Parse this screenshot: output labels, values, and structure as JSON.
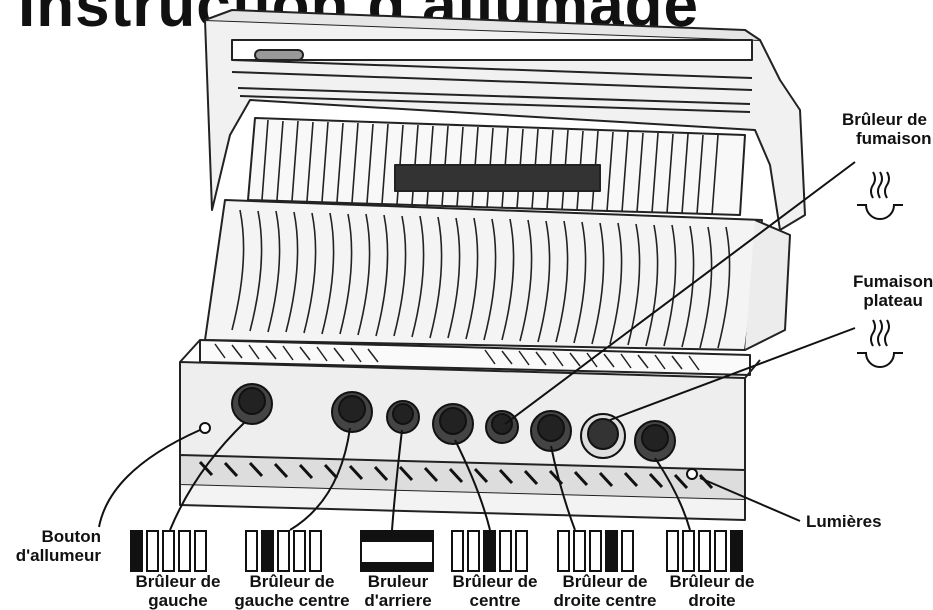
{
  "title": "Instruction d'allumage",
  "callouts": {
    "bruleur_fumaison": [
      "Brûleur de",
      "fumaison"
    ],
    "fumaison_plateau": [
      "Fumaison",
      "plateau"
    ],
    "bouton_allumeur": [
      "Bouton",
      "d'allumeur"
    ],
    "lumieres": "Lumières"
  },
  "burners": [
    {
      "line1": "Brûleur de",
      "line2": "gauche",
      "pattern": [
        1,
        0,
        0,
        0,
        0
      ]
    },
    {
      "line1": "Brûleur de",
      "line2": "gauche centre",
      "pattern": [
        0,
        1,
        0,
        0,
        0
      ]
    },
    {
      "line1": "Bruleur",
      "line2": "d'arriere",
      "pattern": "rear"
    },
    {
      "line1": "Brûleur de",
      "line2": "centre",
      "pattern": [
        0,
        0,
        1,
        0,
        0
      ]
    },
    {
      "line1": "Brûleur de",
      "line2": "droite centre",
      "pattern": [
        0,
        0,
        0,
        1,
        0
      ]
    },
    {
      "line1": "Brûleur de",
      "line2": "droite",
      "pattern": [
        0,
        0,
        0,
        0,
        1
      ]
    }
  ],
  "icons": [
    "smoke-burner-icon",
    "smoker-tray-icon",
    "burner-indicator-icon"
  ]
}
